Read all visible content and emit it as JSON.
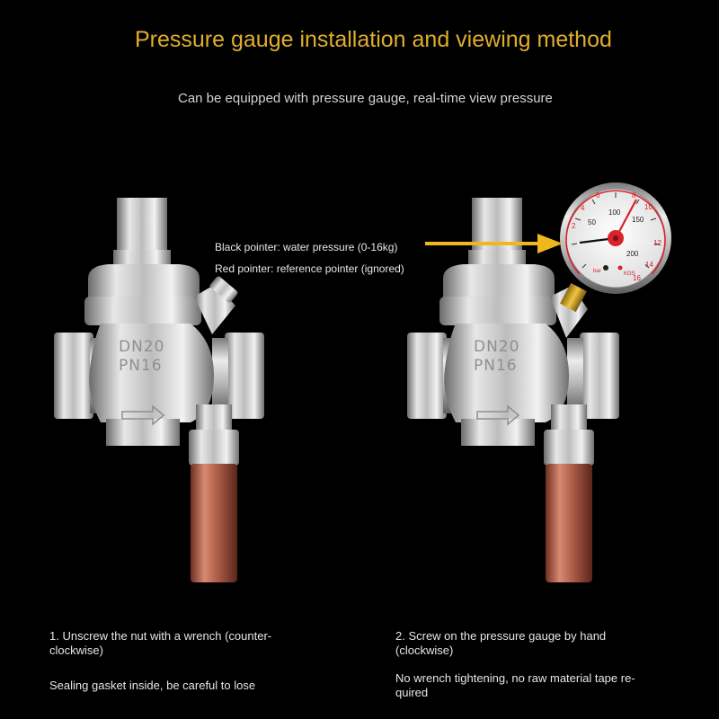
{
  "header": {
    "title": "Pressure gauge installation and viewing method",
    "subtitle": "Can be equipped with pressure gauge, real-time view pressure"
  },
  "pointer_notes": {
    "black": "Black pointer: water pressure (0-16kg)",
    "red": "Red pointer: reference pointer (ignored)"
  },
  "valve": {
    "marking_line1": "DN20",
    "marking_line2": "PN16"
  },
  "gauge": {
    "outer_scale": [
      "2",
      "4",
      "6",
      "8",
      "10",
      "12",
      "14",
      "16"
    ],
    "inner_scale": [
      "50",
      "100",
      "150",
      "200"
    ],
    "unit_label": "bar",
    "sub_label": "KGS"
  },
  "steps": [
    {
      "instruction": "1. Unscrew the nut with a wrench (counter-clockwise)",
      "note": "Sealing gasket inside, be careful to lose"
    },
    {
      "instruction": "2. Screw on the pressure gauge by hand (clockwise)",
      "note": "No wrench tightening, no raw material tape re-quired"
    }
  ],
  "colors": {
    "background": "#000000",
    "title": "#e0ae2c",
    "arrow": "#f0b71e",
    "gauge_red": "#d8232a",
    "copper": "#b2614a"
  }
}
